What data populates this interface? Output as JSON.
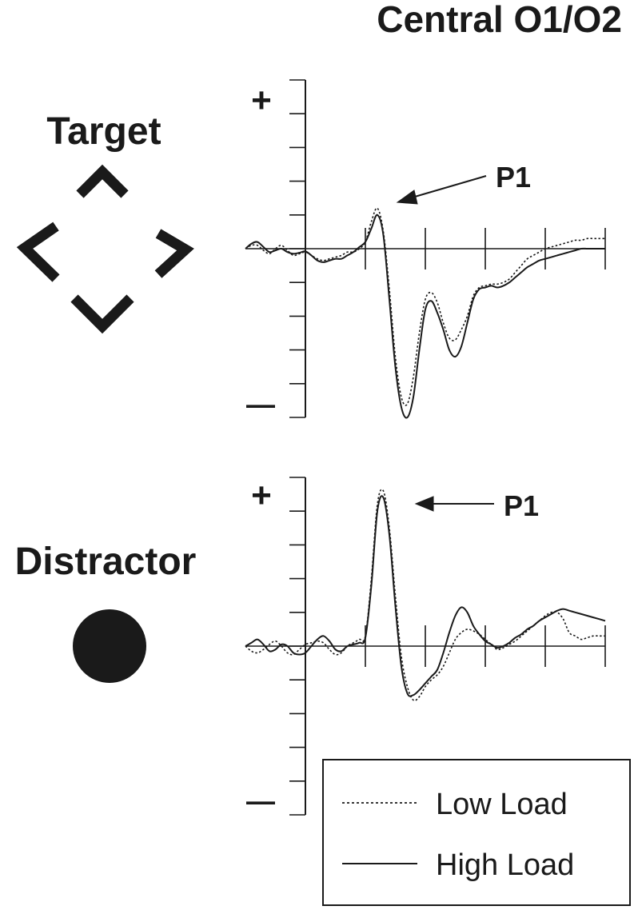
{
  "figure": {
    "title": "Central O1/O2",
    "ink_color": "#1a1a1a",
    "background": "#ffffff"
  },
  "panels": [
    {
      "condition_label": "Target",
      "stimulus_icon": "diamond-brackets-icon",
      "peak_label": "P1",
      "plus_label": "+",
      "minus_label": "—"
    },
    {
      "condition_label": "Distractor",
      "stimulus_icon": "filled-circle-icon",
      "peak_label": "P1",
      "plus_label": "+",
      "minus_label": "—"
    }
  ],
  "legend": {
    "items": [
      {
        "label": "Low Load",
        "style": "dotted"
      },
      {
        "label": "High Load",
        "style": "solid"
      }
    ]
  },
  "chart_data": [
    {
      "type": "line",
      "title": "",
      "xlim": [
        -100,
        500
      ],
      "ylim": [
        -5,
        5
      ],
      "x_ticks": [
        0,
        100,
        200,
        300,
        400,
        500
      ],
      "y_ticks": [
        -5,
        -4,
        -3,
        -2,
        -1,
        0,
        1,
        2,
        3,
        4,
        5
      ],
      "series": [
        {
          "name": "Low Load",
          "style": "dotted",
          "x": [
            -100,
            -90,
            -80,
            -70,
            -60,
            -50,
            -40,
            -30,
            -20,
            -10,
            0,
            10,
            20,
            30,
            40,
            50,
            60,
            70,
            80,
            90,
            100,
            110,
            120,
            130,
            140,
            150,
            160,
            170,
            180,
            190,
            200,
            210,
            220,
            230,
            240,
            250,
            260,
            270,
            280,
            290,
            300,
            310,
            320,
            330,
            340,
            350,
            360,
            370,
            380,
            390,
            400,
            410,
            420,
            430,
            440,
            450,
            460,
            470,
            480,
            490,
            500
          ],
          "y": [
            0,
            0.1,
            0.1,
            -0.05,
            -0.15,
            0,
            0.1,
            -0.05,
            -0.2,
            -0.15,
            -0.1,
            -0.2,
            -0.3,
            -0.35,
            -0.3,
            -0.25,
            -0.2,
            -0.1,
            -0.1,
            0,
            0.2,
            0.8,
            1.2,
            0.5,
            -1.2,
            -3.2,
            -4.4,
            -4.6,
            -3.8,
            -2.5,
            -1.5,
            -1.3,
            -1.6,
            -2.2,
            -2.65,
            -2.7,
            -2.4,
            -2.0,
            -1.4,
            -1.15,
            -1.1,
            -1.05,
            -1.05,
            -1.0,
            -0.9,
            -0.7,
            -0.5,
            -0.3,
            -0.2,
            -0.1,
            0,
            0.05,
            0.1,
            0.15,
            0.2,
            0.25,
            0.25,
            0.3,
            0.3,
            0.3,
            0.3
          ]
        },
        {
          "name": "High Load",
          "style": "solid",
          "x": [
            -100,
            -90,
            -80,
            -70,
            -60,
            -50,
            -40,
            -30,
            -20,
            -10,
            0,
            10,
            20,
            30,
            40,
            50,
            60,
            70,
            80,
            90,
            100,
            110,
            120,
            130,
            140,
            150,
            160,
            170,
            180,
            190,
            200,
            210,
            220,
            230,
            240,
            250,
            260,
            270,
            280,
            290,
            300,
            310,
            320,
            330,
            340,
            350,
            360,
            370,
            380,
            390,
            400,
            410,
            420,
            430,
            440,
            450,
            460,
            470,
            480,
            490,
            500
          ],
          "y": [
            0,
            0.15,
            0.2,
            0.05,
            -0.1,
            -0.05,
            0,
            -0.1,
            -0.15,
            -0.12,
            -0.08,
            -0.2,
            -0.35,
            -0.4,
            -0.35,
            -0.3,
            -0.3,
            -0.2,
            -0.1,
            0.05,
            0.2,
            0.6,
            1.0,
            0.4,
            -1.5,
            -3.5,
            -4.7,
            -5.0,
            -4.4,
            -3.0,
            -1.8,
            -1.55,
            -1.9,
            -2.4,
            -3.0,
            -3.2,
            -2.9,
            -2.2,
            -1.5,
            -1.2,
            -1.15,
            -1.1,
            -1.15,
            -1.1,
            -1.0,
            -0.85,
            -0.7,
            -0.55,
            -0.45,
            -0.35,
            -0.3,
            -0.25,
            -0.2,
            -0.15,
            -0.1,
            -0.05,
            0,
            0,
            0,
            0,
            0
          ]
        }
      ]
    },
    {
      "type": "line",
      "title": "",
      "xlim": [
        -100,
        500
      ],
      "ylim": [
        -5,
        5
      ],
      "x_ticks": [
        0,
        100,
        200,
        300,
        400,
        500
      ],
      "y_ticks": [
        -5,
        -4,
        -3,
        -2,
        -1,
        0,
        1,
        2,
        3,
        4,
        5
      ],
      "series": [
        {
          "name": "Low Load",
          "style": "dotted",
          "x": [
            -100,
            -90,
            -80,
            -70,
            -60,
            -50,
            -40,
            -30,
            -20,
            -10,
            0,
            10,
            20,
            30,
            40,
            50,
            60,
            70,
            80,
            90,
            100,
            110,
            120,
            130,
            140,
            150,
            160,
            170,
            180,
            190,
            200,
            210,
            220,
            230,
            240,
            250,
            260,
            270,
            280,
            290,
            300,
            310,
            320,
            330,
            340,
            350,
            360,
            370,
            380,
            390,
            400,
            410,
            420,
            430,
            440,
            450,
            460,
            470,
            480,
            490,
            500
          ],
          "y": [
            0,
            -0.15,
            -0.2,
            -0.1,
            0.05,
            0.15,
            0,
            -0.2,
            -0.25,
            -0.1,
            0.05,
            0.1,
            0.15,
            0.1,
            -0.1,
            -0.25,
            -0.2,
            0,
            0.1,
            0.2,
            0.3,
            2.0,
            4.2,
            4.6,
            3.5,
            1.5,
            -0.3,
            -1.2,
            -1.6,
            -1.5,
            -1.2,
            -1.0,
            -0.85,
            -0.6,
            -0.2,
            0.2,
            0.4,
            0.5,
            0.45,
            0.35,
            0.2,
            0.05,
            -0.1,
            -0.05,
            0.05,
            0.15,
            0.3,
            0.45,
            0.6,
            0.75,
            0.9,
            1.0,
            1.0,
            0.8,
            0.4,
            0.3,
            0.2,
            0.25,
            0.3,
            0.3,
            0.3
          ]
        },
        {
          "name": "High Load",
          "style": "solid",
          "x": [
            -100,
            -90,
            -80,
            -70,
            -60,
            -50,
            -40,
            -30,
            -20,
            -10,
            0,
            10,
            20,
            30,
            40,
            50,
            60,
            70,
            80,
            90,
            100,
            110,
            120,
            130,
            140,
            150,
            160,
            170,
            180,
            190,
            200,
            210,
            220,
            230,
            240,
            250,
            260,
            270,
            280,
            290,
            300,
            310,
            320,
            330,
            340,
            350,
            360,
            370,
            380,
            390,
            400,
            410,
            420,
            430,
            440,
            450,
            460,
            470,
            480,
            490,
            500
          ],
          "y": [
            0,
            0.1,
            0.2,
            0.05,
            -0.15,
            -0.1,
            0.05,
            0,
            -0.2,
            -0.25,
            -0.2,
            0,
            0.2,
            0.3,
            0.15,
            -0.1,
            -0.15,
            0,
            0.05,
            0.1,
            0.25,
            1.8,
            4.0,
            4.4,
            3.3,
            1.2,
            -0.6,
            -1.4,
            -1.45,
            -1.3,
            -1.1,
            -0.9,
            -0.7,
            -0.2,
            0.4,
            0.9,
            1.15,
            1.0,
            0.6,
            0.35,
            0.15,
            0.05,
            -0.05,
            0,
            0.1,
            0.25,
            0.35,
            0.5,
            0.6,
            0.75,
            0.85,
            0.95,
            1.05,
            1.1,
            1.05,
            1.0,
            0.95,
            0.9,
            0.85,
            0.8,
            0.75
          ]
        }
      ]
    }
  ]
}
